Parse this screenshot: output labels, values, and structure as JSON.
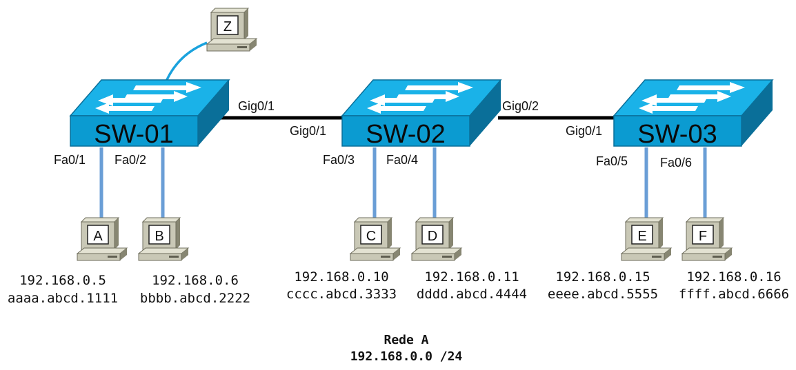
{
  "switches": [
    {
      "id": "sw1",
      "label": "SW-01"
    },
    {
      "id": "sw2",
      "label": "SW-02"
    },
    {
      "id": "sw3",
      "label": "SW-03"
    }
  ],
  "trunk_links": [
    {
      "from_port": "Gig0/1",
      "to_port": "Gig0/1"
    },
    {
      "from_port": "Gig0/2",
      "to_port": "Gig0/1"
    }
  ],
  "hosts": [
    {
      "label": "A",
      "port": "Fa0/1",
      "ip": "192.168.0.5",
      "mac": "aaaa.abcd.1111"
    },
    {
      "label": "B",
      "port": "Fa0/2",
      "ip": "192.168.0.6",
      "mac": "bbbb.abcd.2222"
    },
    {
      "label": "C",
      "port": "Fa0/3",
      "ip": "192.168.0.10",
      "mac": "cccc.abcd.3333"
    },
    {
      "label": "D",
      "port": "Fa0/4",
      "ip": "192.168.0.11",
      "mac": "dddd.abcd.4444"
    },
    {
      "label": "E",
      "port": "Fa0/5",
      "ip": "192.168.0.15",
      "mac": "eeee.abcd.5555"
    },
    {
      "label": "F",
      "port": "Fa0/6",
      "ip": "192.168.0.16",
      "mac": "ffff.abcd.6666"
    }
  ],
  "extra_host": {
    "label": "Z"
  },
  "network": {
    "name": "Rede A",
    "subnet": "192.168.0.0 /24"
  },
  "colors": {
    "switch_front": "#0b9bd1",
    "switch_top": "#1ab2e8",
    "switch_side": "#0a6f99",
    "access_link": "#6a9ed6",
    "console_link": "#1aa2dd",
    "trunk_link": "#000000",
    "pc_body": "#c9c8b6",
    "pc_shadow": "#878672"
  }
}
